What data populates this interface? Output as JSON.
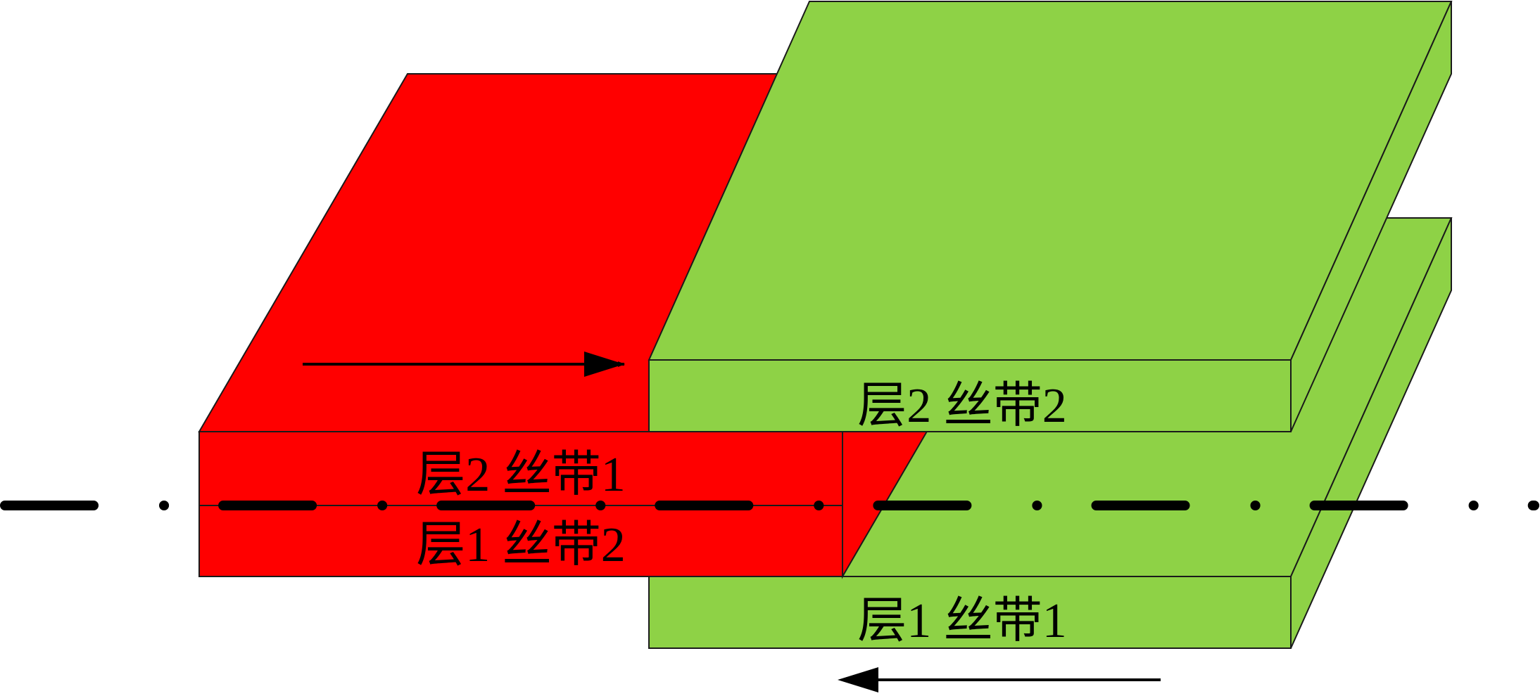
{
  "labels": {
    "layer2_ribbon2": "层2 丝带2",
    "layer2_ribbon1": "层2 丝带1",
    "layer1_ribbon2": "层1 丝带2",
    "layer1_ribbon1": "层1 丝带1"
  },
  "colors": {
    "red_ribbon": "#FF0000",
    "green_ribbon": "#8ED246",
    "outline": "#1a1a1a",
    "axis_line": "#000000"
  }
}
